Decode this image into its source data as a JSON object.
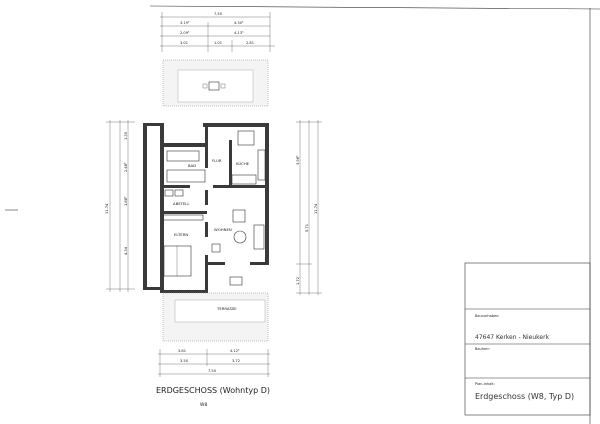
{
  "plan": {
    "title": "ERDGESCHOSS (Wohntyp D)",
    "subtitle": "W8",
    "rooms": {
      "flur": "FLUR",
      "kueche": "KÜCHE",
      "bad": "BAD",
      "abstell": "ABSTELL",
      "wohnen": "WOHNEN",
      "eltern": "ELTERN",
      "terrasse": "TERRASSE"
    },
    "dims_top": [
      "7.50",
      "3.19⁵",
      "4.30⁵",
      "2.09⁵",
      "4.13⁵",
      "3.01",
      "1.01",
      "2.81"
    ],
    "dims_bottom": [
      "3.81",
      "4.12⁵",
      "3.50",
      "3.72",
      "7.50"
    ],
    "dims_left": [
      "11.74",
      "1.39",
      "2.48⁵",
      "1.88⁵",
      "4.34"
    ],
    "dims_right": [
      "3.98⁵",
      "5.71",
      "11.74",
      "1.72"
    ]
  },
  "title_block": {
    "project_label": "Bauvorhaben:",
    "project_value": "47647 Kerken - Nieukerk",
    "client_label": "Bauherr:",
    "content_label": "Plan-Inhalt:",
    "content_value": "Erdgeschoss (W8, Typ D)"
  }
}
